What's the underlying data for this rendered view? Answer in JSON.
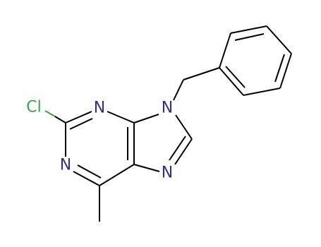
{
  "colors": {
    "bond": "#000000",
    "nitrogen": "#2f2f8c",
    "chlorine": "#3aa34a",
    "background": "#ffffff"
  },
  "atoms": [
    {
      "id": "cl",
      "label": "Cl",
      "element": "chlorine"
    },
    {
      "id": "n_top",
      "label": "N",
      "element": "nitrogen"
    },
    {
      "id": "n9",
      "label": "N",
      "element": "nitrogen"
    },
    {
      "id": "n_left",
      "label": "N",
      "element": "nitrogen"
    },
    {
      "id": "n7",
      "label": "N",
      "element": "nitrogen"
    }
  ]
}
